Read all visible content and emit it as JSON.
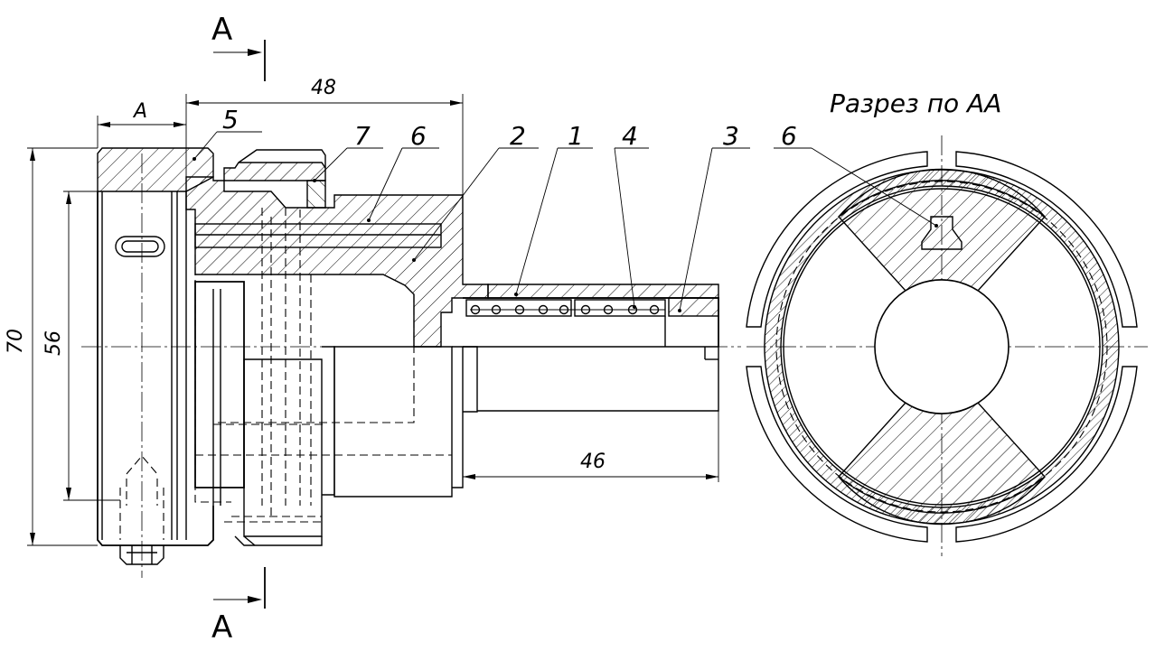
{
  "section_title": "Разрез по АА",
  "section_marks": {
    "top": "А",
    "bottom": "А"
  },
  "dimensions": {
    "length_total": "48",
    "length_shaft": "46",
    "width_a": "A",
    "diameter_outer": "70",
    "diameter_inner": "56"
  },
  "part_numbers": {
    "p5": "5",
    "p7": "7",
    "p6_side": "6",
    "p2": "2",
    "p1": "1",
    "p4": "4",
    "p3": "3",
    "p6_section": "6"
  }
}
